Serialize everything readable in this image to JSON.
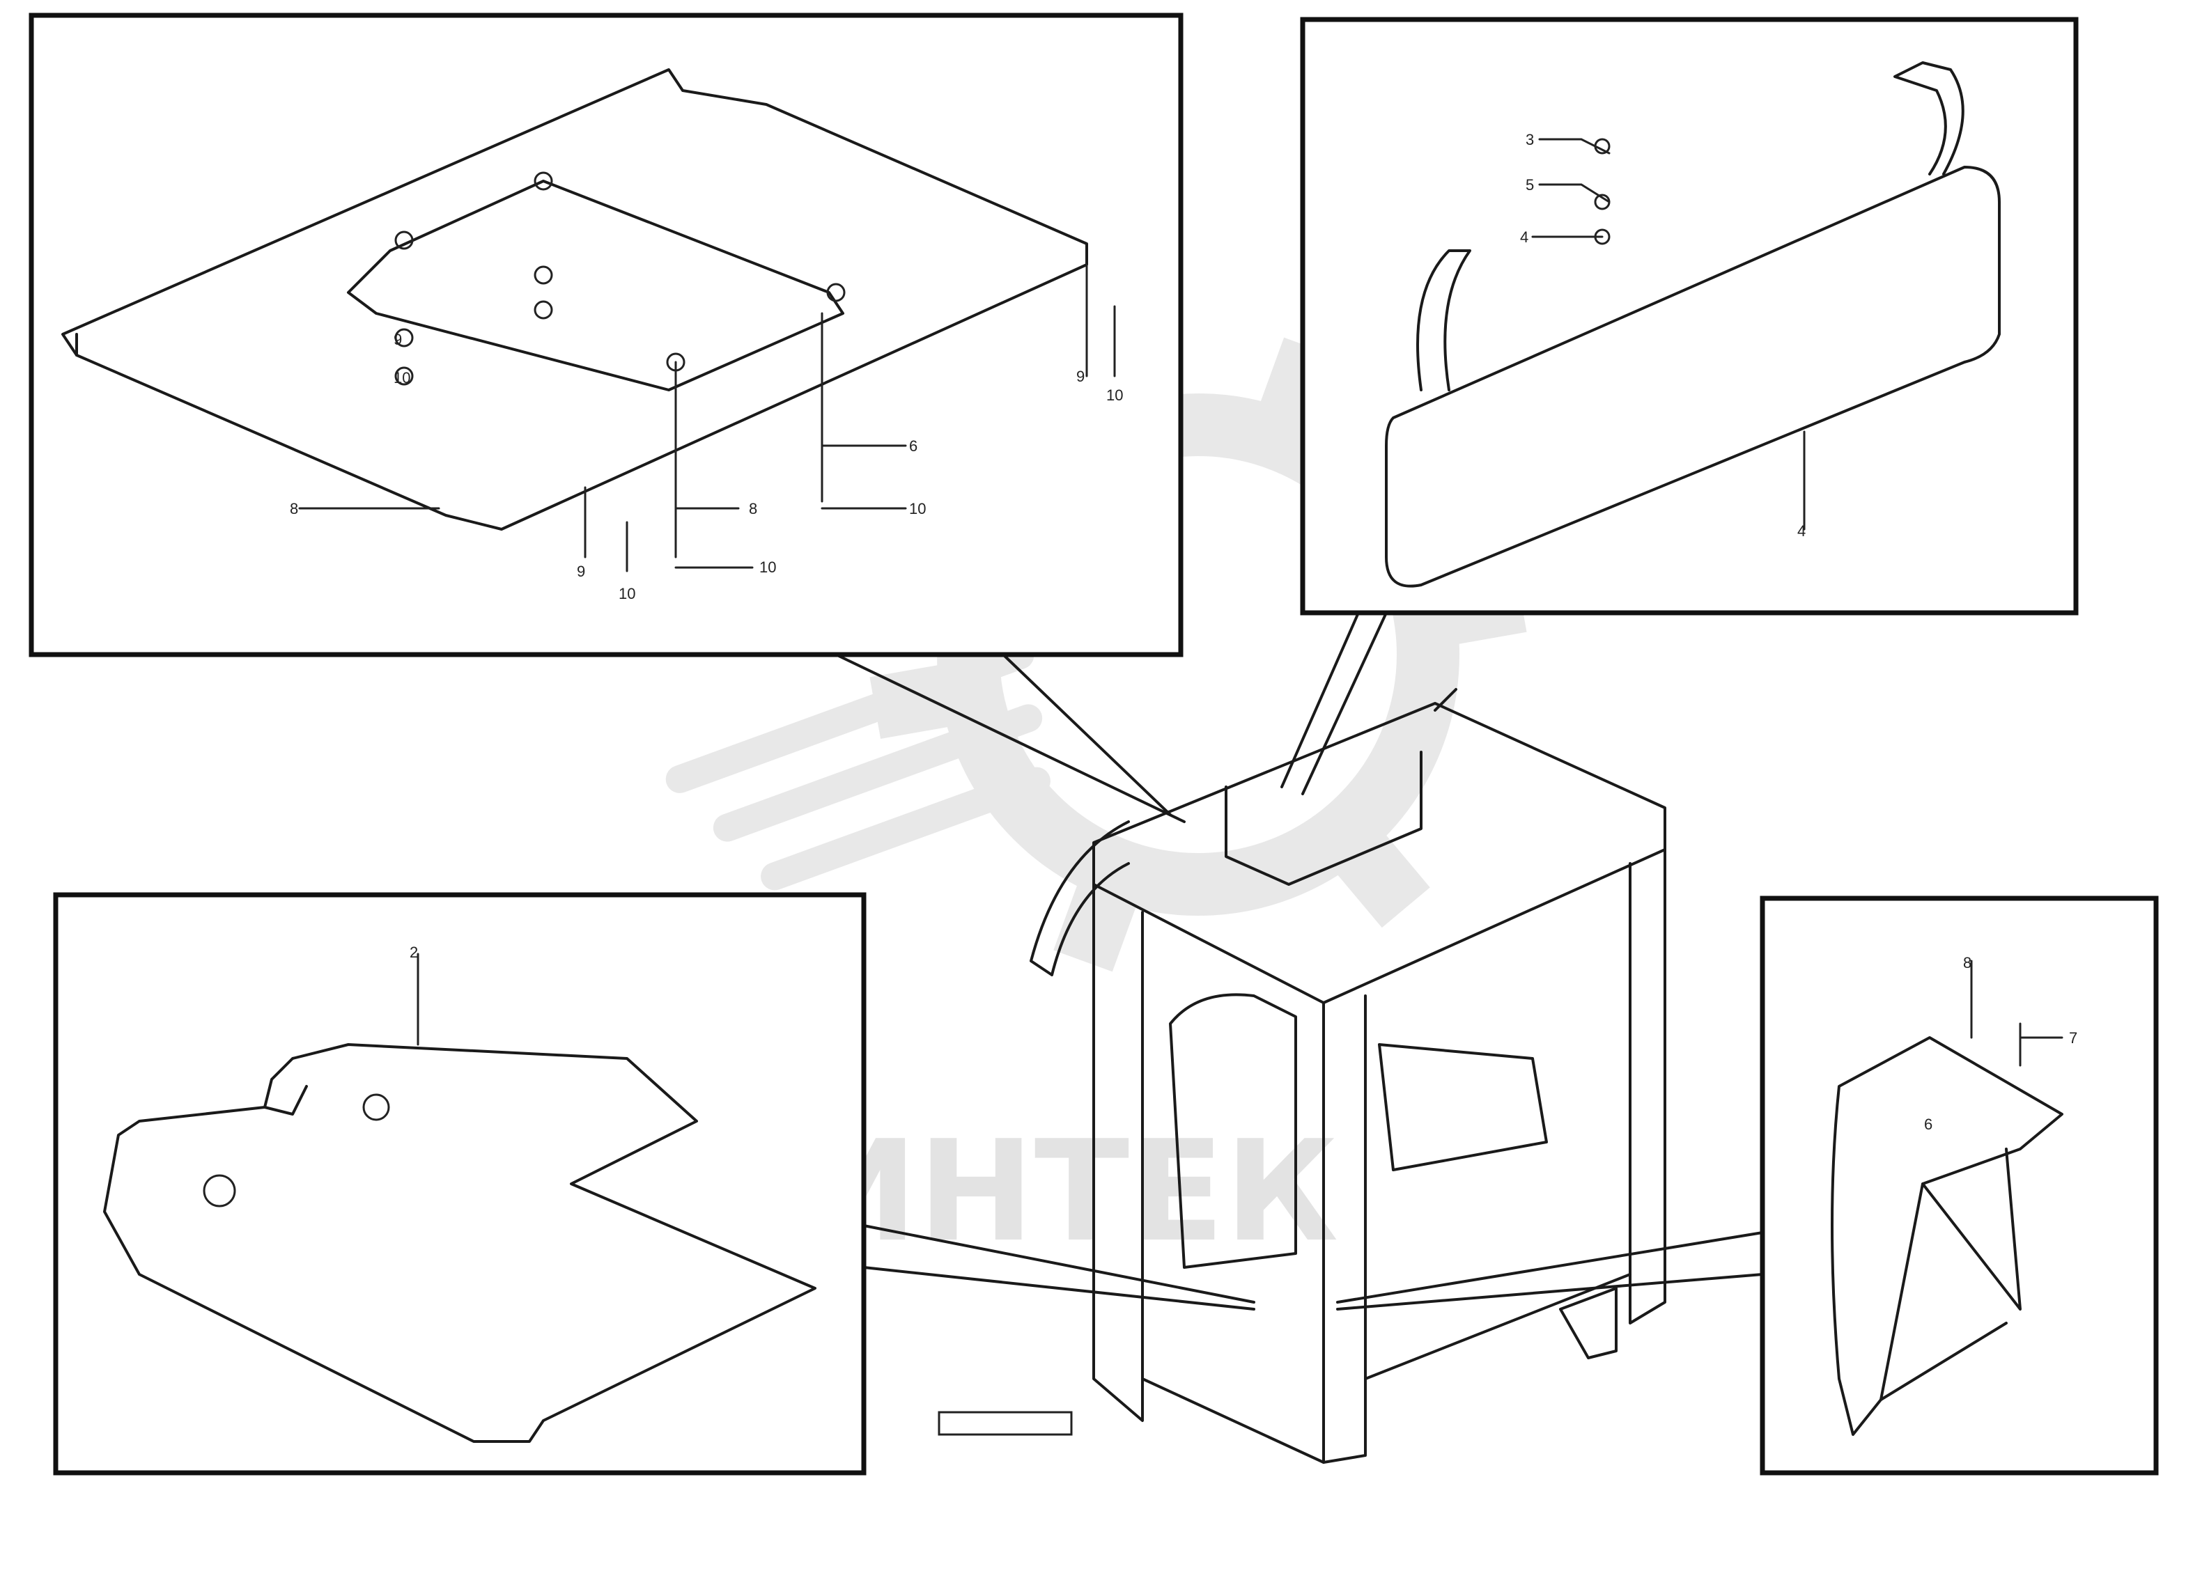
{
  "watermark": {
    "text": "ИНТЕК"
  },
  "drawing_code": {
    "line1": "",
    "line2": ""
  },
  "callouts": {
    "roof": [
      "8",
      "9",
      "10",
      "9",
      "10",
      "8",
      "10",
      "6",
      "10",
      "9",
      "10"
    ],
    "visor": [
      "3",
      "5",
      "4",
      "4"
    ],
    "mat": [
      "2"
    ],
    "box": [
      "8",
      "7",
      "6"
    ]
  },
  "colors": {
    "line": "#1a1a1a",
    "watermark": "#e6e6e6",
    "background": "#ffffff"
  }
}
